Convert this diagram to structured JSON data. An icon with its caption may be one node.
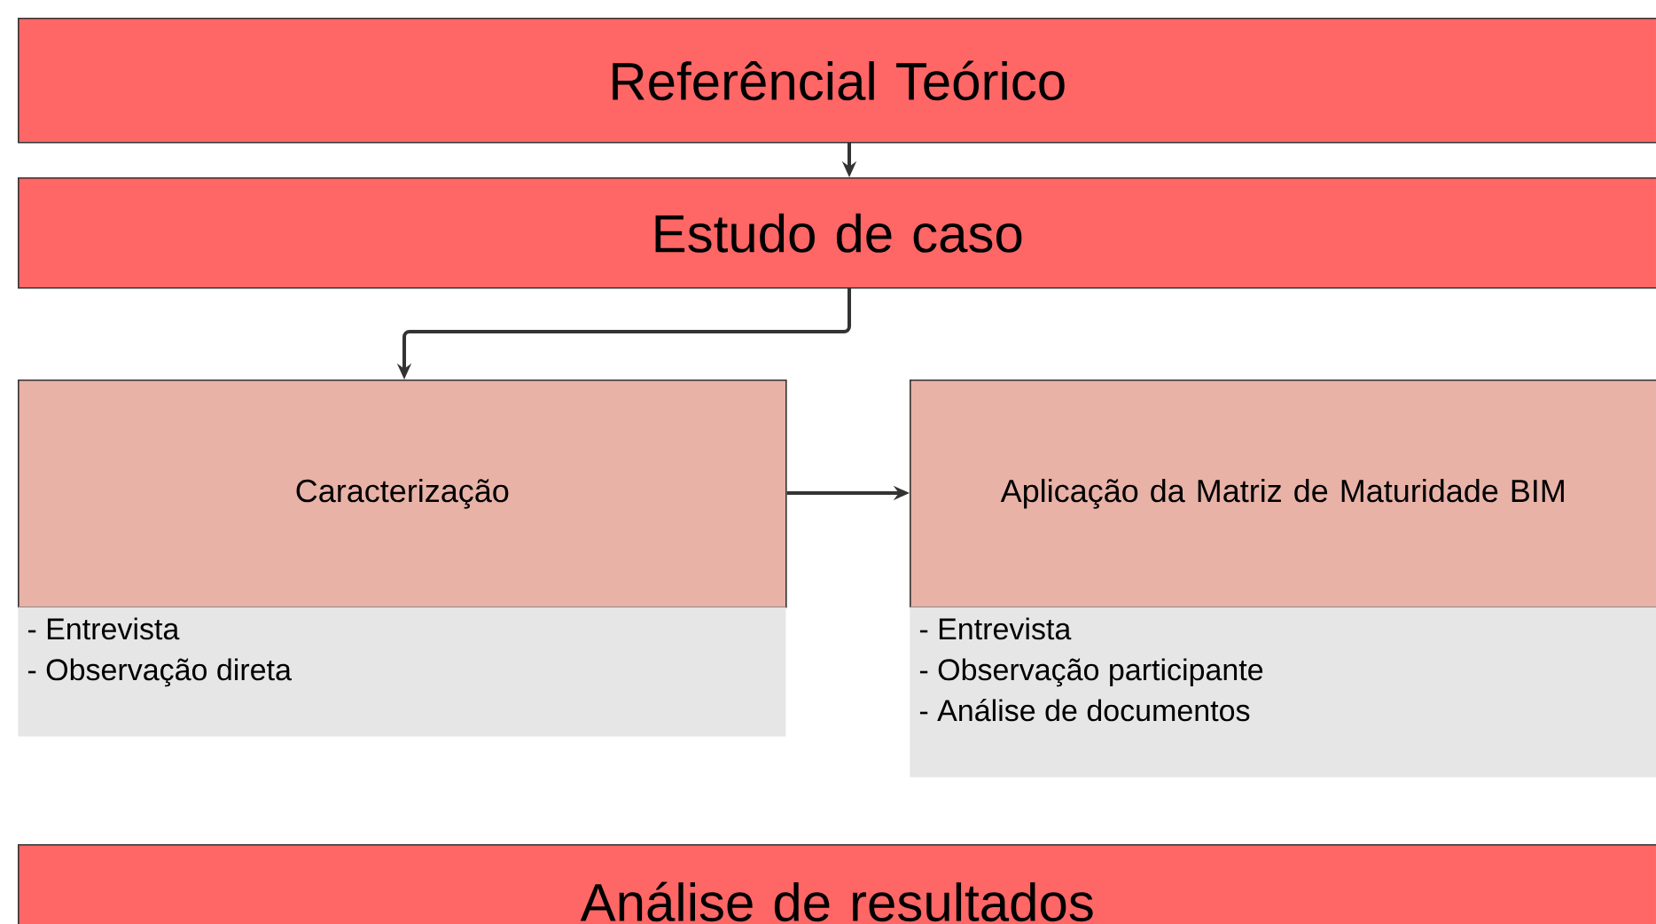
{
  "diagram": {
    "nodes": [
      {
        "text": [
          "Referêncial Teórico"
        ]
      },
      {
        "text": [
          "Estudo de caso"
        ]
      },
      {
        "text": [
          "Caracterização"
        ]
      },
      {
        "text": [
          "- Entrevista",
          "- Observação direta"
        ]
      },
      {
        "text": [
          "Aplicação da Matriz de Maturidade BIM"
        ]
      },
      {
        "text": [
          "- Entrevista",
          "- Observação participante",
          "- Análise de documentos"
        ]
      },
      {
        "text": [
          "Análise de resultados"
        ]
      }
    ],
    "edges": [
      {
        "from": 0,
        "to": 1,
        "arrow": "to"
      },
      {
        "from": 1,
        "to": 2,
        "arrow": "to"
      },
      {
        "from": 2,
        "to": 4,
        "arrow": "to"
      }
    ]
  }
}
